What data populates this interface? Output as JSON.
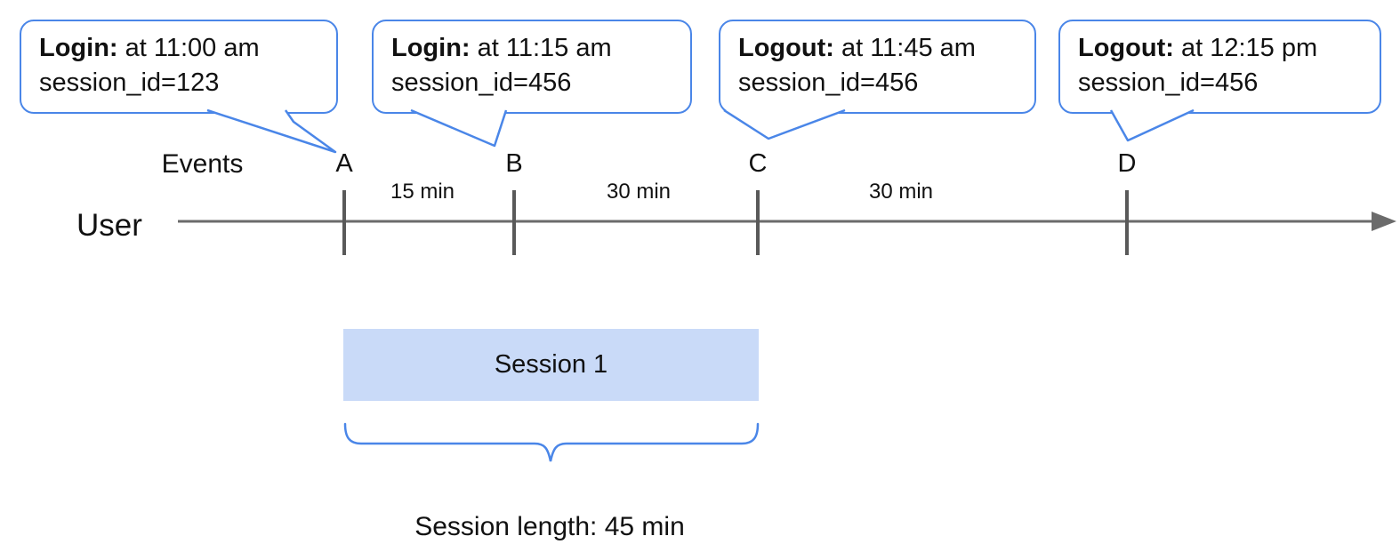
{
  "callouts": [
    {
      "event": "A",
      "title": "Login:",
      "time": " at 11:00 am",
      "detail": "session_id=123"
    },
    {
      "event": "B",
      "title": "Login:",
      "time": " at 11:15 am",
      "detail": "session_id=456"
    },
    {
      "event": "C",
      "title": "Logout:",
      "time": " at 11:45 am",
      "detail": "session_id=456"
    },
    {
      "event": "D",
      "title": "Logout:",
      "time": " at 12:15 pm",
      "detail": "session_id=456"
    }
  ],
  "timeline": {
    "axis_label": "Events",
    "actor_label": "User",
    "tick_labels": [
      "A",
      "B",
      "C",
      "D"
    ],
    "intervals": [
      "15 min",
      "30 min",
      "30 min"
    ]
  },
  "session": {
    "box_label": "Session 1",
    "length_label": "Session length: 45 min"
  },
  "colors": {
    "callout_blue": "#4a86e8",
    "session_fill": "#c9daf8",
    "timeline_gray": "#6b6b6b",
    "tick_gray": "#595959"
  }
}
